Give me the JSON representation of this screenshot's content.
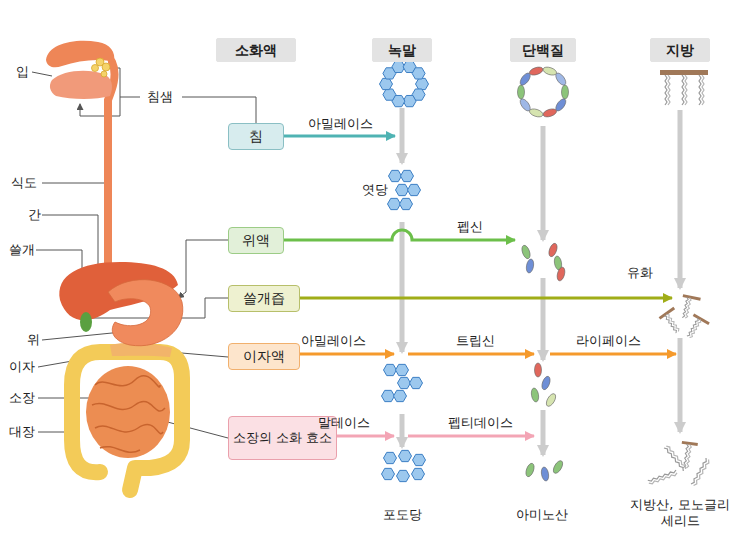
{
  "diagram": {
    "nodes": [
      {
        "text": [
          "소화액"
        ]
      },
      {
        "text": [
          "녹말"
        ]
      },
      {
        "text": [
          "단백질"
        ]
      },
      {
        "text": [
          "지방"
        ]
      },
      {
        "text": [
          "침"
        ]
      },
      {
        "text": [
          "위액"
        ]
      },
      {
        "text": [
          "쓸개즙"
        ]
      },
      {
        "text": [
          "이자액"
        ]
      },
      {
        "text": [
          "소장의 소화 효소"
        ]
      }
    ],
    "labels": [
      "입",
      "침샘",
      "식도",
      "간",
      "쓸개",
      "위",
      "이자",
      "소장",
      "대장",
      "아밀레이스",
      "엿당",
      "펩신",
      "유화",
      "아밀레이스",
      "트립신",
      "라이페이스",
      "말테이스",
      "펩티데이스",
      "포도당",
      "아미노산",
      "지방산, 모노글리세리드"
    ]
  }
}
